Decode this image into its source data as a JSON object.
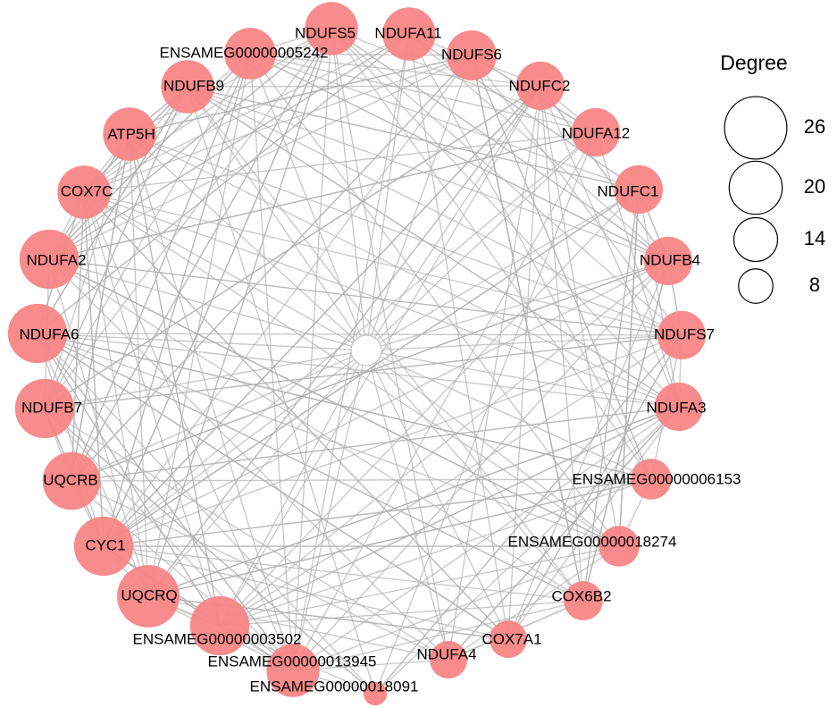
{
  "colors": {
    "node": "#f88585",
    "edge": "#b4b4b4",
    "hub": "#ffffff"
  },
  "legend": {
    "title": "Degree",
    "entries": [
      {
        "label": "26",
        "degree": 26
      },
      {
        "label": "20",
        "degree": 20
      },
      {
        "label": "14",
        "degree": 14
      },
      {
        "label": "8",
        "degree": 8
      }
    ]
  },
  "nodes": [
    {
      "label": "NDUFS5",
      "degree": 20
    },
    {
      "label": "NDUFA11",
      "degree": 20
    },
    {
      "label": "NDUFS6",
      "degree": 18
    },
    {
      "label": "NDUFC2",
      "degree": 17
    },
    {
      "label": "NDUFA12",
      "degree": 17
    },
    {
      "label": "NDUFC1",
      "degree": 17
    },
    {
      "label": "NDUFB4",
      "degree": 17
    },
    {
      "label": "NDUFS7",
      "degree": 17
    },
    {
      "label": "NDUFA3",
      "degree": 17
    },
    {
      "label": "ENSAMEG00000006153",
      "degree": 12
    },
    {
      "label": "ENSAMEG00000018274",
      "degree": 12
    },
    {
      "label": "COX6B2",
      "degree": 11
    },
    {
      "label": "COX7A1",
      "degree": 10
    },
    {
      "label": "NDUFA4",
      "degree": 10
    },
    {
      "label": "ENSAMEG00000018091",
      "degree": 1
    },
    {
      "label": "ENSAMEG00000013945",
      "degree": 20
    },
    {
      "label": "ENSAMEG00000003502",
      "degree": 24
    },
    {
      "label": "UQCRQ",
      "degree": 26
    },
    {
      "label": "CYC1",
      "degree": 24
    },
    {
      "label": "UQCRB",
      "degree": 23
    },
    {
      "label": "NDUFB7",
      "degree": 24
    },
    {
      "label": "NDUFA6",
      "degree": 24
    },
    {
      "label": "NDUFA2",
      "degree": 24
    },
    {
      "label": "COX7C",
      "degree": 20
    },
    {
      "label": "ATP5H",
      "degree": 20
    },
    {
      "label": "NDUFB9",
      "degree": 20
    },
    {
      "label": "ENSAMEG00000005242",
      "degree": 19
    }
  ]
}
